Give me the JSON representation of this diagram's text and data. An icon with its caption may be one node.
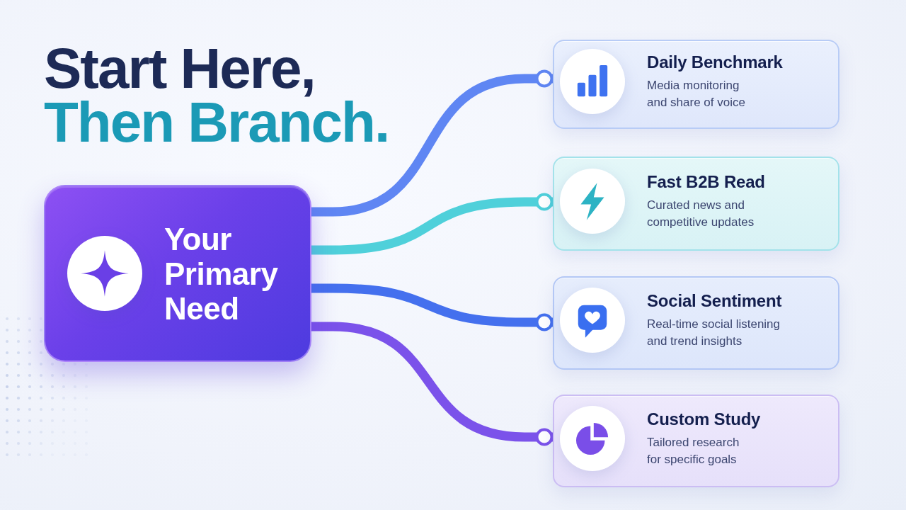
{
  "diagram": {
    "title": "Start Here, Then Branch.",
    "nodes": [
      {
        "text": [
          "Your Primary Need"
        ]
      },
      {
        "text": [
          "Daily Benchmark",
          "Media monitoring and share of voice"
        ]
      },
      {
        "text": [
          "Fast B2B Read",
          "Curated news and competitive updates"
        ]
      },
      {
        "text": [
          "Social Sentiment",
          "Real-time social listening and trend insights"
        ]
      },
      {
        "text": [
          "Custom Study",
          "Tailored research for specific goals"
        ]
      }
    ],
    "edges": [
      {
        "from": 0,
        "to": 1,
        "arrow": "other",
        "color": "#5f86f3"
      },
      {
        "from": 0,
        "to": 2,
        "arrow": "other",
        "color": "#4fd0da"
      },
      {
        "from": 0,
        "to": 3,
        "arrow": "other",
        "color": "#4470ee"
      },
      {
        "from": 0,
        "to": 4,
        "arrow": "other",
        "color": "#7b52ea"
      }
    ]
  }
}
